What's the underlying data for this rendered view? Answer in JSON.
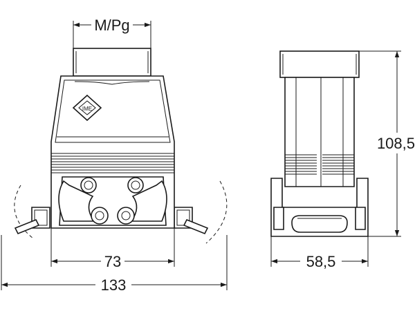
{
  "dimensions": {
    "thread": "M/Pg",
    "inner_width": "73",
    "overall_width": "133",
    "side_width": "58,5",
    "height": "108,5"
  },
  "colors": {
    "line": "#1a1a1a",
    "background": "#ffffff"
  },
  "icons": {
    "logo": "ilme-diamond-logo"
  }
}
